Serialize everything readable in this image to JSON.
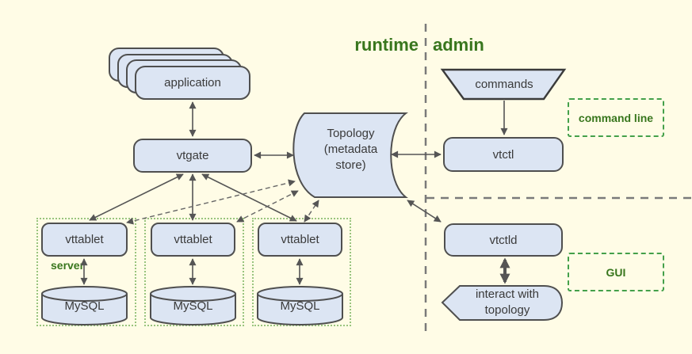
{
  "colors": {
    "background": "#FFFCE6",
    "node_fill": "#DCE5F3",
    "node_border": "#4F4F4F",
    "connector_gray": "#555555",
    "separator_gray": "#7A7A7A",
    "section_text_green": "#38761D",
    "dashed_group_green": "#44A04A",
    "dotted_group_green": "#99C47E"
  },
  "sections": {
    "left": "runtime",
    "right": "admin"
  },
  "nodes": {
    "application": "application",
    "vtgate": "vtgate",
    "topology": {
      "line1": "Topology",
      "line2": "(metadata",
      "line3": "store)"
    },
    "commands": "commands",
    "vtctl": "vtctl",
    "vtctld": "vtctld",
    "interact": {
      "line1": "interact with",
      "line2": "topology"
    }
  },
  "tablets": [
    {
      "tablet": "vttablet",
      "db": "MySQL"
    },
    {
      "tablet": "vttablet",
      "db": "MySQL"
    },
    {
      "tablet": "vttablet",
      "db": "MySQL"
    }
  ],
  "group_labels": {
    "command_line": "command line",
    "gui": "GUI",
    "server": "server"
  }
}
